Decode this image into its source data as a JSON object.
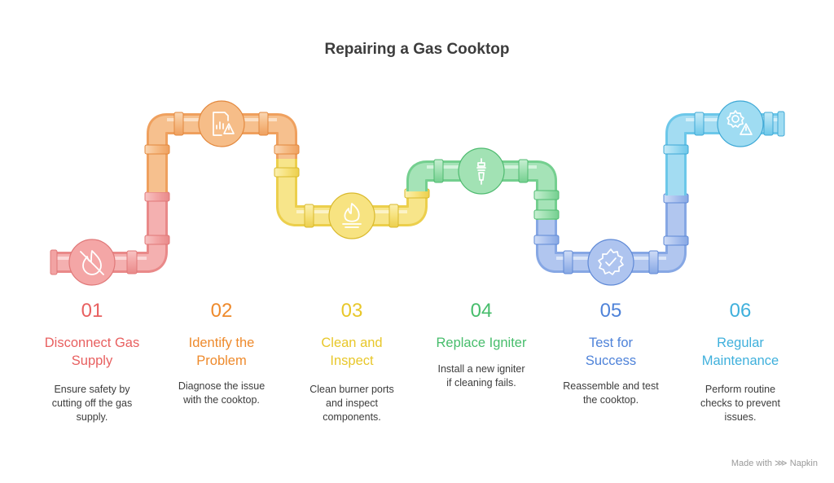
{
  "title": "Repairing a Gas Cooktop",
  "steps": [
    {
      "number": "01",
      "label": "Disconnect Gas Supply",
      "label_lines": [
        "Disconnect Gas",
        "Supply"
      ],
      "desc_lines": [
        "Ensure safety by",
        "cutting off the gas",
        "supply."
      ],
      "color": "#e86060",
      "icon": "no-fire-icon"
    },
    {
      "number": "02",
      "label": "Identify the Problem",
      "label_lines": [
        "Identify the",
        "Problem"
      ],
      "desc_lines": [
        "Diagnose the issue",
        "with the cooktop."
      ],
      "color": "#ee8a2c",
      "icon": "report-warning-icon"
    },
    {
      "number": "03",
      "label": "Clean and Inspect",
      "label_lines": [
        "Clean and",
        "Inspect"
      ],
      "desc_lines": [
        "Clean burner ports",
        "and inspect",
        "components."
      ],
      "color": "#e8c72a",
      "icon": "flame-icon"
    },
    {
      "number": "04",
      "label": "Replace Igniter",
      "label_lines": [
        "Replace Igniter"
      ],
      "desc_lines": [
        "Install a new igniter",
        "if cleaning fails."
      ],
      "color": "#47bd6c",
      "icon": "igniter-icon"
    },
    {
      "number": "05",
      "label": "Test for Success",
      "label_lines": [
        "Test for",
        "Success"
      ],
      "desc_lines": [
        "Reassemble and test",
        "the cooktop."
      ],
      "color": "#4f83d9",
      "icon": "check-gear-icon"
    },
    {
      "number": "06",
      "label": "Regular Maintenance",
      "label_lines": [
        "Regular",
        "Maintenance"
      ],
      "desc_lines": [
        "Perform routine",
        "checks to prevent",
        "issues."
      ],
      "color": "#3fb0dc",
      "icon": "gear-warning-icon"
    }
  ],
  "credit": "Made with ⋙ Napkin"
}
